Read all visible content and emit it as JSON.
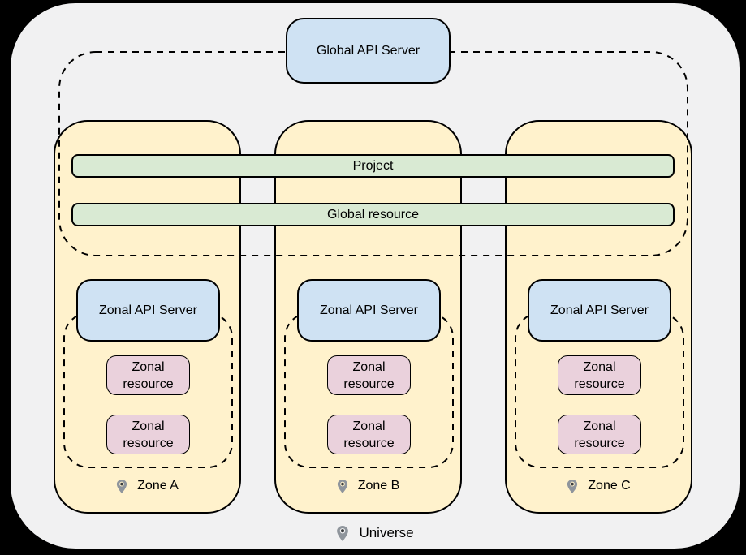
{
  "colors": {
    "canvas-bg": "#000000",
    "universe-bg": "#f1f1f2",
    "zone-fill": "#fff2cc",
    "api-server-fill": "#cfe2f3",
    "bar-fill": "#d9ead3",
    "resource-fill": "#ead1dc",
    "outline": "#000000",
    "text": "#000000",
    "pin-body": "#8f959c",
    "pin-dot": "#3a3d40"
  },
  "global_api_server": {
    "label": "Global API Server"
  },
  "bars": {
    "project": "Project",
    "global_resource": "Global resource"
  },
  "zones": [
    {
      "name": "Zone A",
      "api_server_label": "Zonal API Server",
      "resources": [
        "Zonal resource",
        "Zonal resource"
      ]
    },
    {
      "name": "Zone B",
      "api_server_label": "Zonal API Server",
      "resources": [
        "Zonal resource",
        "Zonal resource"
      ]
    },
    {
      "name": "Zone C",
      "api_server_label": "Zonal API Server",
      "resources": [
        "Zonal resource",
        "Zonal resource"
      ]
    }
  ],
  "universe": {
    "label": "Universe"
  }
}
